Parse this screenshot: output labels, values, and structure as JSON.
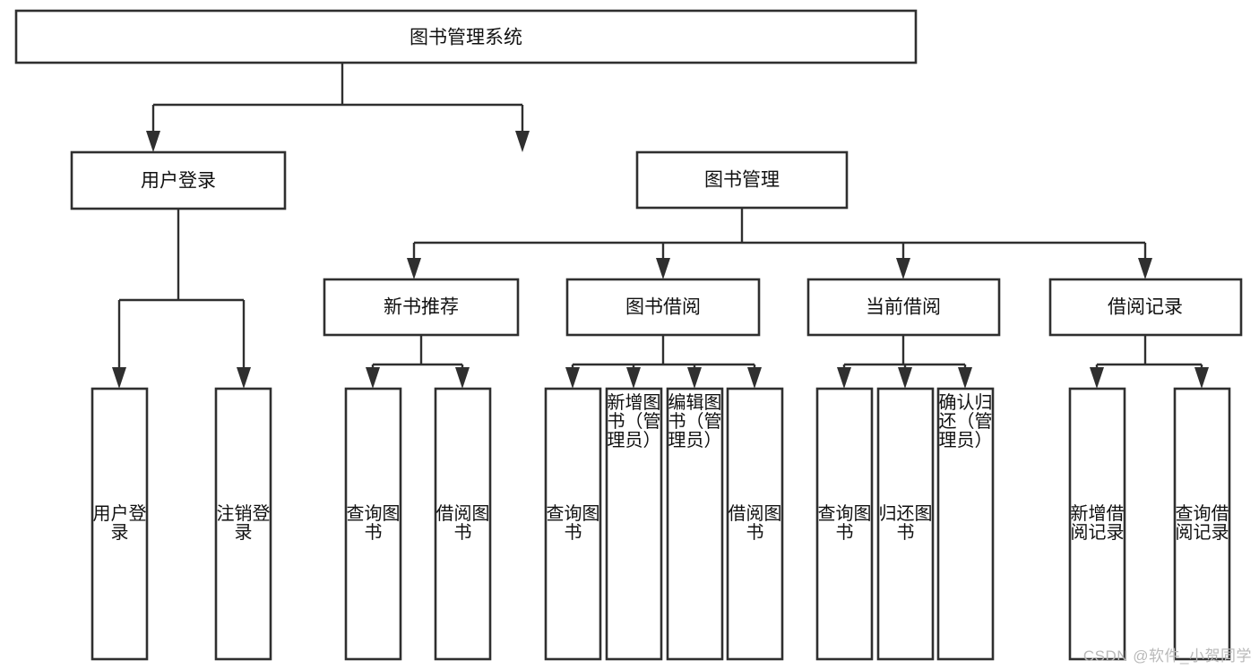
{
  "diagram": {
    "title": "图书管理系统",
    "type": "tree-hierarchy",
    "root": {
      "label": "图书管理系统",
      "id": "root"
    },
    "level2": [
      {
        "id": "user-login",
        "label": "用户登录"
      },
      {
        "id": "book-management",
        "label": "图书管理"
      }
    ],
    "level3": [
      {
        "id": "new-book-recommend",
        "label": "新书推荐",
        "parent": "book-management"
      },
      {
        "id": "book-borrow",
        "label": "图书借阅",
        "parent": "book-management"
      },
      {
        "id": "current-borrow",
        "label": "当前借阅",
        "parent": "book-management"
      },
      {
        "id": "borrow-record",
        "label": "借阅记录",
        "parent": "book-management"
      }
    ],
    "leaves": [
      {
        "id": "leaf-user-login",
        "label": "用户登录",
        "parent": "user-login"
      },
      {
        "id": "leaf-logout-login",
        "label": "注销登录",
        "parent": "user-login"
      },
      {
        "id": "leaf-query-book-1",
        "label": "查询图书",
        "parent": "new-book-recommend"
      },
      {
        "id": "leaf-borrow-book-1",
        "label": "借阅图书",
        "parent": "new-book-recommend"
      },
      {
        "id": "leaf-query-book-2",
        "label": "查询图书",
        "parent": "book-borrow"
      },
      {
        "id": "leaf-add-book",
        "label": "新增图书（管理员）",
        "parent": "book-borrow"
      },
      {
        "id": "leaf-edit-book",
        "label": "编辑图书（管理员）",
        "parent": "book-borrow"
      },
      {
        "id": "leaf-borrow-book-2",
        "label": "借阅图书",
        "parent": "book-borrow"
      },
      {
        "id": "leaf-query-book-3",
        "label": "查询图书",
        "parent": "current-borrow"
      },
      {
        "id": "leaf-return-book",
        "label": "归还图书",
        "parent": "current-borrow"
      },
      {
        "id": "leaf-confirm-return",
        "label": "确认归还（管理员）",
        "parent": "current-borrow"
      },
      {
        "id": "leaf-add-borrow-record",
        "label": "新增借阅记录",
        "parent": "borrow-record"
      },
      {
        "id": "leaf-query-borrow-record",
        "label": "查询借阅记录",
        "parent": "borrow-record"
      }
    ]
  },
  "watermark": {
    "text": "CSDN @软件_小贺同学"
  },
  "colors": {
    "stroke": "#2f2f2f",
    "box_fill": "#ffffff",
    "text": "#111111",
    "background": "#ffffff",
    "watermark": "#b9b9b9"
  }
}
